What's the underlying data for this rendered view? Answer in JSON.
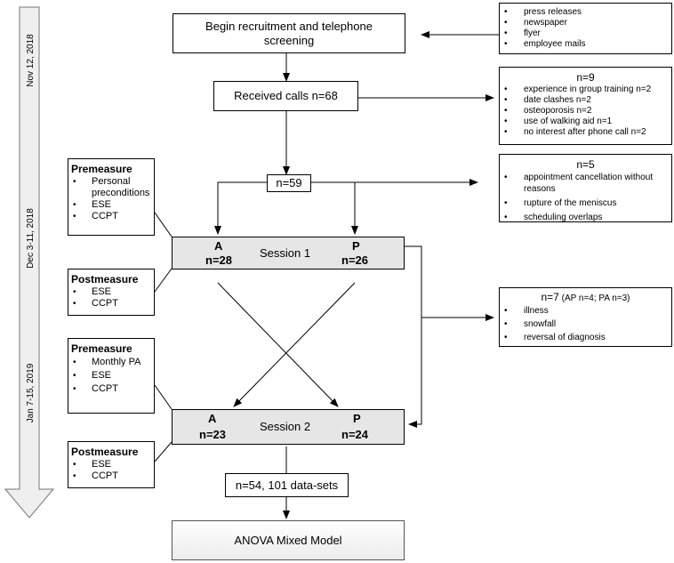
{
  "timeline": {
    "dates": [
      "Nov 12, 2018",
      "Dec 3-11, 2018",
      "Jan 7-15, 2019"
    ]
  },
  "recruitment": {
    "title": "Begin recruitment and telephone screening",
    "channels": [
      "press releases",
      "newspaper",
      "flyer",
      "employee mails"
    ]
  },
  "calls": {
    "label": "Received calls n=68",
    "excluded": {
      "header": "n=9",
      "reasons": [
        "experience in group training n=2",
        "date clashes n=2",
        "osteoporosis n=2",
        "use of walking aid n=1",
        "no interest after phone call n=2"
      ]
    }
  },
  "enrolled": {
    "label": "n=59",
    "excluded": {
      "header": "n=5",
      "reasons": [
        "appointment cancellation without reasons",
        "rupture of the meniscus",
        "scheduling overlaps"
      ]
    }
  },
  "session1": {
    "label": "Session 1",
    "group_a": "A",
    "group_a_n": "n=28",
    "group_p": "P",
    "group_p_n": "n=26",
    "premeasure": {
      "title": "Premeasure",
      "items": [
        "Personal preconditions",
        "ESE",
        "CCPT"
      ]
    },
    "postmeasure": {
      "title": "Postmeasure",
      "items": [
        "ESE",
        "CCPT"
      ]
    }
  },
  "dropout": {
    "header_main": "n=7",
    "header_detail": "(AP n=4; PA n=3)",
    "reasons": [
      "illness",
      "snowfall",
      "reversal of diagnosis"
    ]
  },
  "session2": {
    "label": "Session 2",
    "group_a": "A",
    "group_a_n": "n=23",
    "group_p": "P",
    "group_p_n": "n=24",
    "premeasure": {
      "title": "Premeasure",
      "items": [
        "Monthly PA",
        "ESE",
        "CCPT"
      ]
    },
    "postmeasure": {
      "title": "Postmeasure",
      "items": [
        "ESE",
        "CCPT"
      ]
    }
  },
  "final": {
    "datasets": "n=54, 101 data-sets",
    "analysis": "ANOVA Mixed Model"
  }
}
